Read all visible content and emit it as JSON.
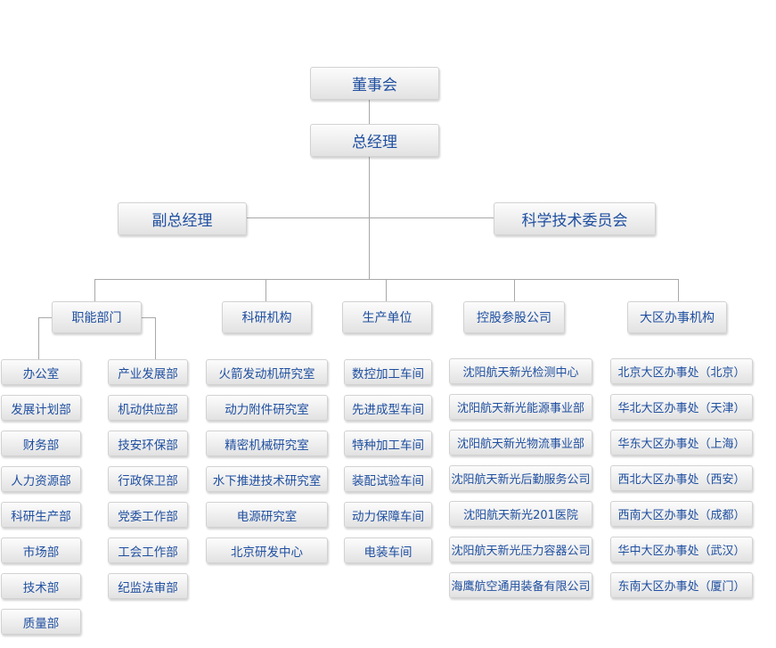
{
  "top": {
    "board": "董事会",
    "gm": "总经理",
    "deputy_gm": "副总经理",
    "sci_committee": "科学技术委员会"
  },
  "categories": {
    "functional": "职能部门",
    "research": "科研机构",
    "production": "生产单位",
    "holding": "控股参股公司",
    "regional": "大区办事机构"
  },
  "functional_left": [
    "办公室",
    "发展计划部",
    "财务部",
    "人力资源部",
    "科研生产部",
    "市场部",
    "技术部",
    "质量部"
  ],
  "functional_right": [
    "产业发展部",
    "机动供应部",
    "技安环保部",
    "行政保卫部",
    "党委工作部",
    "工会工作部",
    "纪监法审部"
  ],
  "research_units": [
    "火箭发动机研究室",
    "动力附件研究室",
    "精密机械研究室",
    "水下推进技术研究室",
    "电源研究室",
    "北京研发中心"
  ],
  "production_units": [
    "数控加工车间",
    "先进成型车间",
    "特种加工车间",
    "装配试验车间",
    "动力保障车间",
    "电装车间"
  ],
  "holding_companies": [
    "沈阳航天新光检测中心",
    "沈阳航天新光能源事业部",
    "沈阳航天新光物流事业部",
    "沈阳航天新光后勤服务公司",
    "沈阳航天新光201医院",
    "沈阳航天新光压力容器公司",
    "海鹰航空通用装备有限公司"
  ],
  "regional_offices": [
    "北京大区办事处（北京）",
    "华北大区办事处（天津）",
    "华东大区办事处（上海）",
    "西北大区办事处（西安）",
    "西南大区办事处（成都）",
    "华中大区办事处（武汉）",
    "东南大区办事处（厦门）"
  ],
  "colors": {
    "text": "#1f4fa0",
    "line": "#a8a8a8",
    "box_border": "#d2d2d2"
  }
}
